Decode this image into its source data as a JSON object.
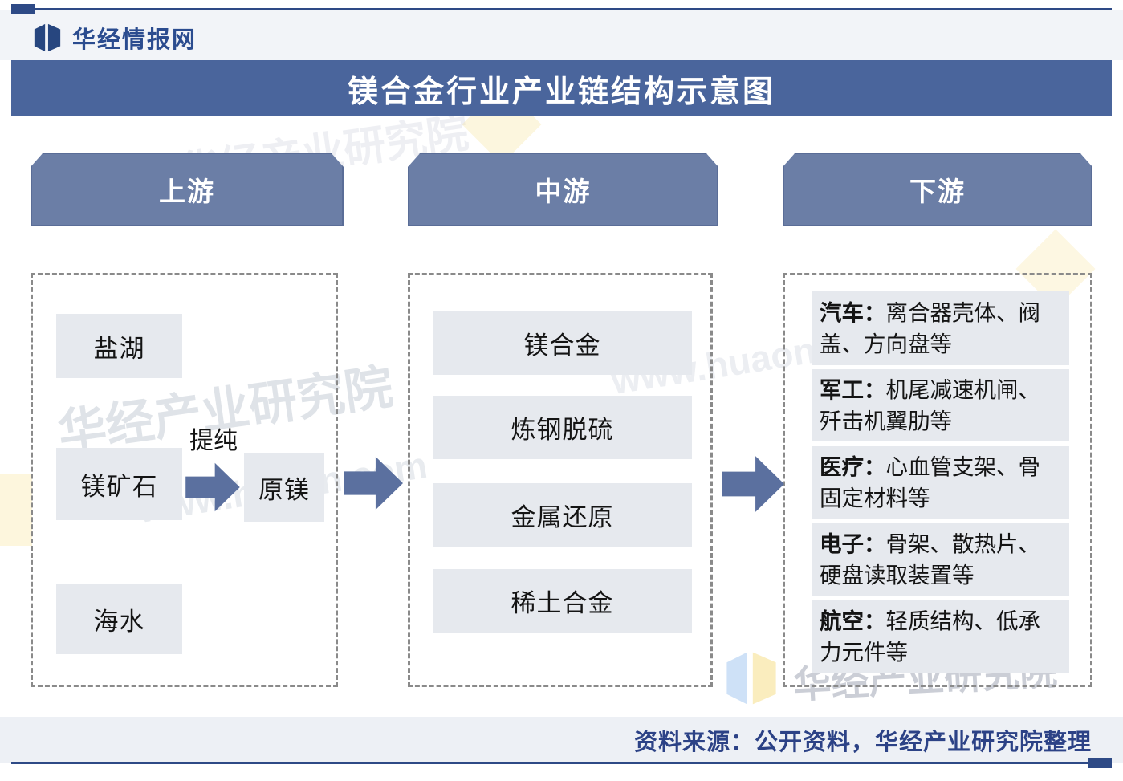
{
  "brand": {
    "name": "华经情报网"
  },
  "title": "镁合金行业产业链结构示意图",
  "columns": {
    "upstream": "上游",
    "midstream": "中游",
    "downstream": "下游"
  },
  "upstream": {
    "salt_lake": "盐湖",
    "ore": "镁矿石",
    "process": "提纯",
    "raw_magnesium": "原镁",
    "seawater": "海水"
  },
  "midstream": {
    "items": [
      "镁合金",
      "炼钢脱硫",
      "金属还原",
      "稀土合金"
    ]
  },
  "downstream": {
    "items": [
      {
        "label": "汽车：",
        "desc": "离合器壳体、阀盖、方向盘等"
      },
      {
        "label": "军工：",
        "desc": "机尾减速机闸、歼击机翼肋等"
      },
      {
        "label": "医疗：",
        "desc": "心血管支架、骨固定材料等"
      },
      {
        "label": "电子：",
        "desc": "骨架、散热片、硬盘读取装置等"
      },
      {
        "label": "航空：",
        "desc": "轻质结构、低承力元件等"
      }
    ]
  },
  "footer": {
    "source": "资料来源：公开资料，华经产业研究院整理"
  },
  "watermark": {
    "institute": "华经产业研究院",
    "site": "www.huaon.com"
  },
  "colors": {
    "title_bar": "#4a659c",
    "stage_header": "#6b7ea6",
    "arrow": "#5b709f",
    "node_bg": "#e6e9ee",
    "rule": "#2e4a86",
    "brand_text": "#2b4c8f",
    "footer_text": "#2c4286"
  }
}
